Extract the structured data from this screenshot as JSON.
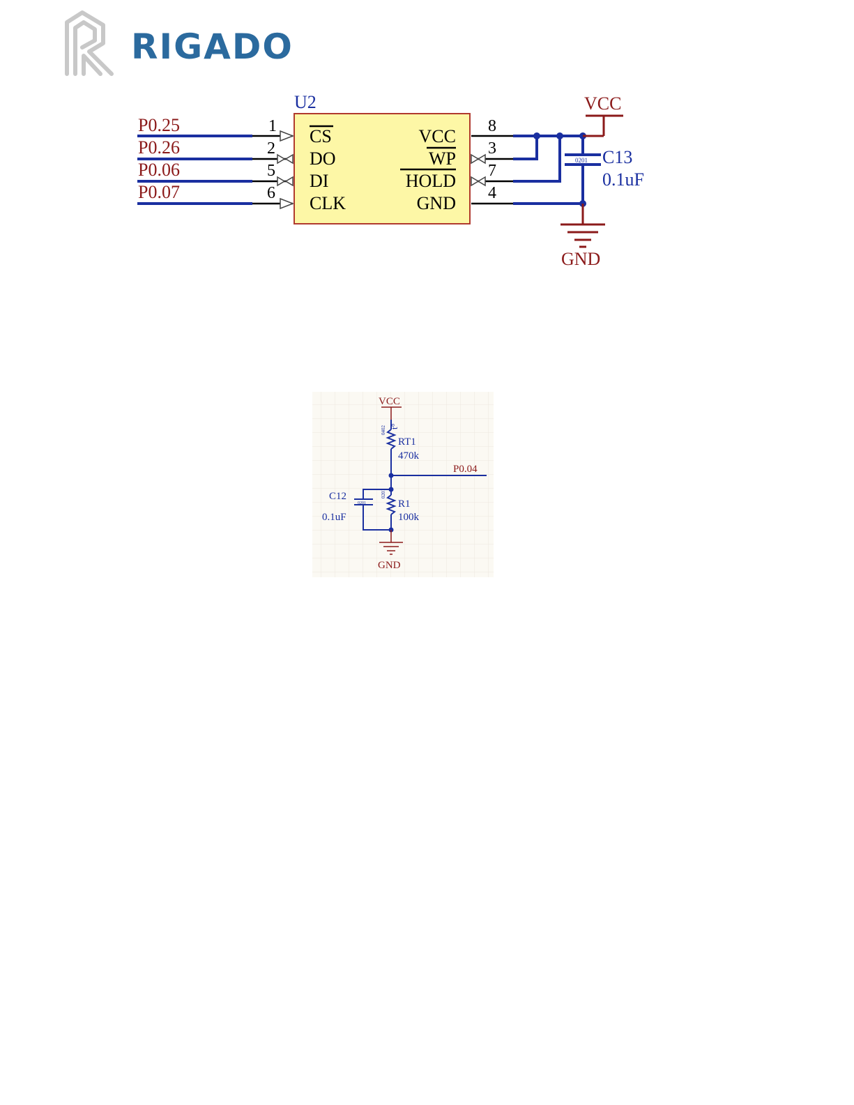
{
  "brand": {
    "name": "RIGADO",
    "mark_icon": "rigado-r-logo-icon",
    "color": "#2b6a9e"
  },
  "colors": {
    "wire": "#1a2fa0",
    "net_label": "#8b1a1a",
    "ic_fill": "#fdf7a6",
    "ic_border": "#b03a2e",
    "ground_power": "#8b1a1a",
    "grid": "#ede8df",
    "background_grid": "#fbf9f3"
  },
  "flash": {
    "designator": "U2",
    "left_nets": [
      "P0.25",
      "P0.26",
      "P0.06",
      "P0.07"
    ],
    "left_pins": [
      "1",
      "2",
      "5",
      "6"
    ],
    "left_signals": [
      "CS",
      "DO",
      "DI",
      "CLK"
    ],
    "right_signals": [
      "VCC",
      "WP",
      "HOLD",
      "GND"
    ],
    "right_pins": [
      "8",
      "3",
      "7",
      "4"
    ],
    "power": "VCC",
    "ground": "GND",
    "cap": {
      "designator": "C13",
      "value": "0.1uF",
      "package": "0201"
    }
  },
  "thermistor": {
    "power": "VCC",
    "ground": "GND",
    "rt": {
      "designator": "RT1",
      "value": "470k",
      "package": "0402",
      "temp_symbol": "t°"
    },
    "r": {
      "designator": "R1",
      "value": "100k",
      "package": "0201"
    },
    "cap": {
      "designator": "C12",
      "value": "0.1uF",
      "package": "0201"
    },
    "net": "P0.04"
  }
}
